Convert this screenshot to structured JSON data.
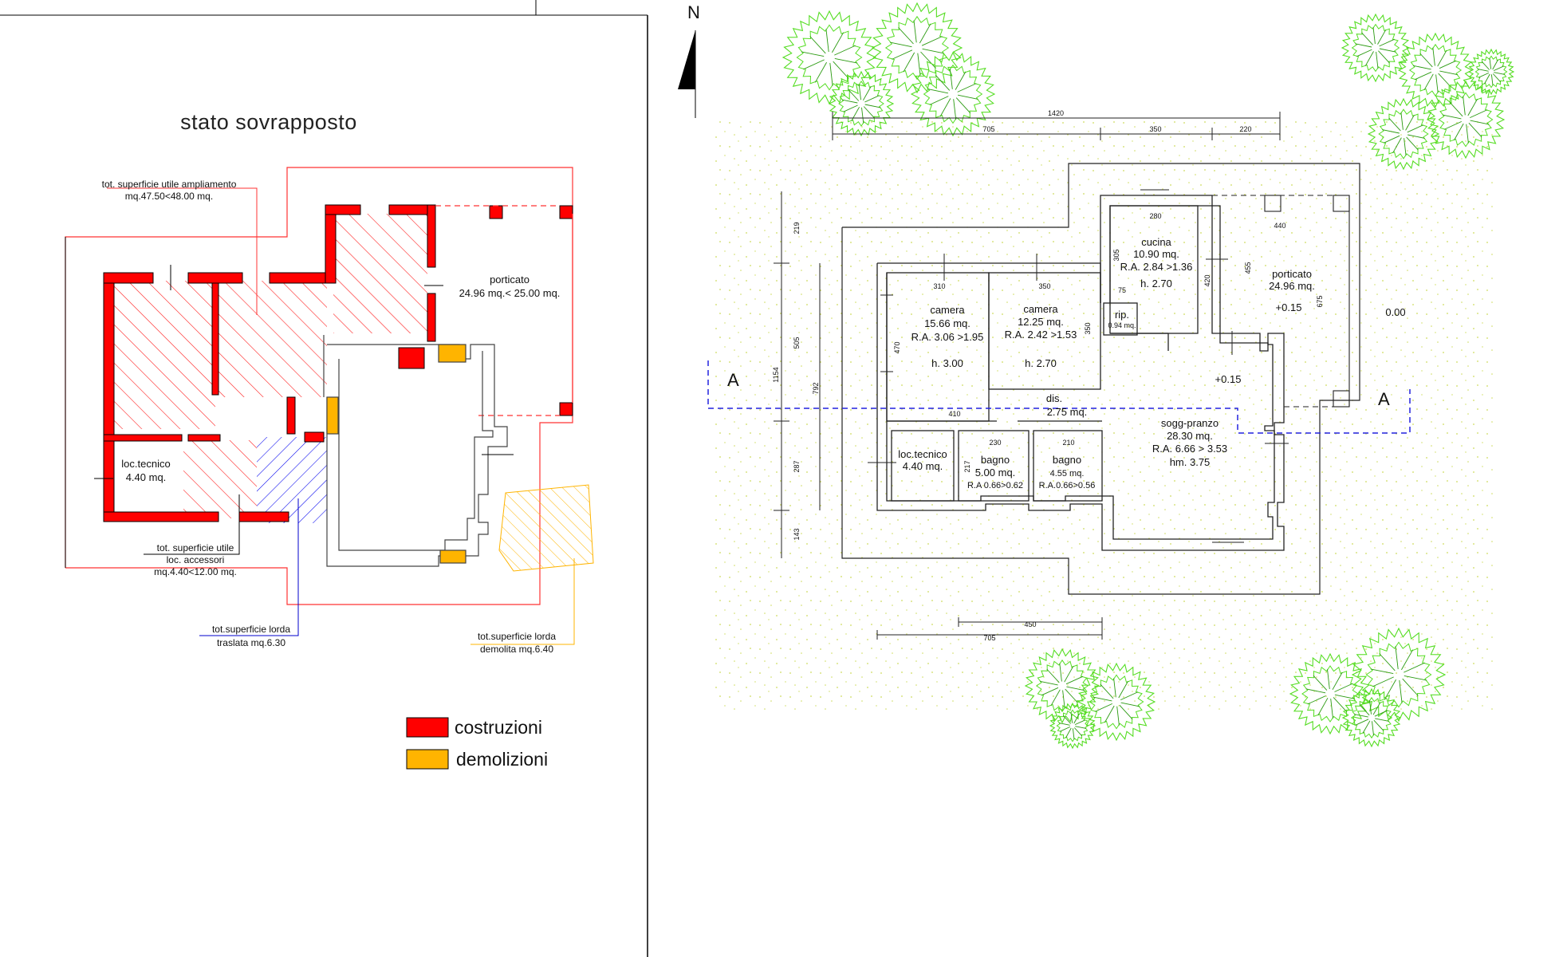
{
  "left": {
    "title": "stato sovrapposto",
    "annotations": {
      "ampliamento_line1": "tot. superficie utile ampliamento",
      "ampliamento_line2": "mq.47.50<48.00 mq.",
      "porticato_label": "porticato",
      "porticato_area": "24.96 mq.< 25.00 mq.",
      "loc_tecnico_label": "loc.tecnico",
      "loc_tecnico_area": "4.40 mq.",
      "accessori_line1": "tot. superficie utile",
      "accessori_line2": "loc. accessori",
      "accessori_line3": "mq.4.40<12.00 mq.",
      "traslata_line1": "tot.superficie lorda",
      "traslata_line2": "traslata mq.6.30",
      "demolita_line1": "tot.superficie lorda",
      "demolita_line2": "demolita mq.6.40"
    },
    "legend": [
      {
        "label": "costruzioni",
        "color": "#ff0000"
      },
      {
        "label": "demolizioni",
        "color": "#ffb400"
      }
    ]
  },
  "right": {
    "north": "N",
    "section_left": "A",
    "section_right": "A",
    "dims": {
      "d1420": "1420",
      "d705": "705",
      "d350": "350",
      "d220": "220",
      "d219": "219",
      "d505": "505",
      "d1154": "1154",
      "d792": "792",
      "d287": "287",
      "d143": "143",
      "d310": "310",
      "d350b": "350",
      "d280": "280",
      "d440": "440",
      "d305": "305",
      "d455": "455",
      "d675": "675",
      "d470": "470",
      "d350c": "350",
      "d420": "420",
      "d75": "75",
      "d410": "410",
      "d230": "230",
      "d210": "210",
      "d217": "217",
      "d450": "450",
      "d705b": "705"
    },
    "rooms": {
      "camera1": [
        "camera",
        "15.66 mq.",
        "R.A. 3.06 >1.95",
        "h. 3.00"
      ],
      "camera2": [
        "camera",
        "12.25 mq.",
        "R.A. 2.42 >1.53",
        "h. 2.70"
      ],
      "cucina": [
        "cucina",
        "10.90 mq.",
        "R.A. 2.84 >1.36",
        "h. 2.70"
      ],
      "porticato": [
        "porticato",
        "24.96 mq.",
        "+0.15"
      ],
      "rip": [
        "rip.",
        "0.94 mq."
      ],
      "dis": [
        "dis.",
        "2.75 mq."
      ],
      "sogg": [
        "sogg-pranzo",
        "28.30 mq.",
        "R.A. 6.66 > 3.53",
        "hm. 3.75"
      ],
      "loctec": [
        "loc.tecnico",
        "4.40 mq."
      ],
      "bagno1": [
        "bagno",
        "5.00 mq.",
        "R.A 0.66>0.62"
      ],
      "bagno2": [
        "bagno",
        "4.55 mq.",
        "R.A.0.66>0.56"
      ]
    },
    "levels": {
      "plus015": "+0.15",
      "zero": "0.00"
    }
  },
  "colors": {
    "red": "#ff0000",
    "yellow": "#ffb400",
    "blue": "#0000cc",
    "tree": "#55dd22",
    "tree_dark": "#2a9a10"
  }
}
